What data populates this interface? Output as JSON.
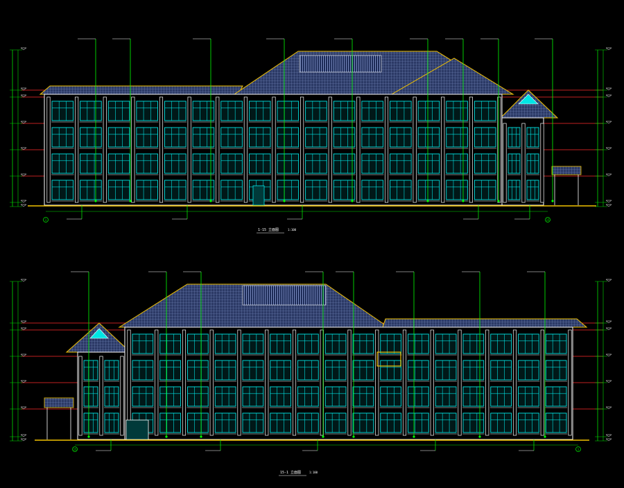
{
  "drawing": {
    "colors": {
      "background": "#000000",
      "outline": "#ffffff",
      "roof_fill": "#3d4f80",
      "roof_edge": "#f2c200",
      "glass": "#00e5e5",
      "leader": "#00ff00",
      "floor_line": "#ff2a2a",
      "ground": "#f2c200",
      "dimension": "#00e000"
    },
    "elevation_top": {
      "caption": "1-15 立面图",
      "scale": "1:100"
    },
    "elevation_bottom": {
      "caption": "15-1 立面图",
      "scale": "1:100"
    },
    "grid_axes": [
      {
        "id": "axis-top-left",
        "label": "1"
      },
      {
        "id": "axis-top-right",
        "label": "15"
      },
      {
        "id": "axis-bottom-left",
        "label": "15"
      },
      {
        "id": "axis-bottom-right",
        "label": "1"
      }
    ]
  }
}
